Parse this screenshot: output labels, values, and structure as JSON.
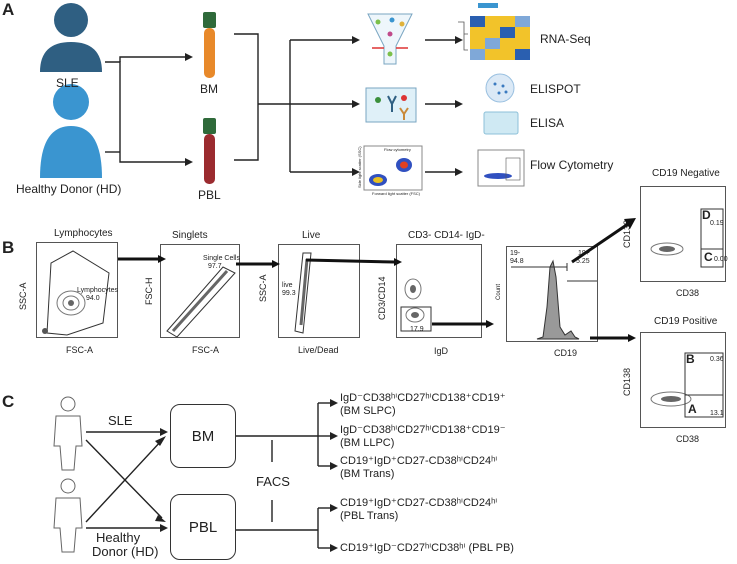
{
  "panel_a": {
    "letter": "A",
    "donors": [
      "SLE",
      "Healthy Donor (HD)"
    ],
    "samples": [
      "BM",
      "PBL"
    ],
    "methods": [
      "RNA-Seq",
      "ELISPOT",
      "ELISA",
      "Flow Cytometry"
    ],
    "flow_mini_title": "Flow cytometry",
    "flow_mini_xlabel": "Forward light scatter (FSC)",
    "flow_mini_ylabel": "Side light scatter (SSC)"
  },
  "panel_b": {
    "letter": "B",
    "plots": [
      {
        "title": "Lymphocytes",
        "xlabel": "FSC-A",
        "ylabel": "SSC-A",
        "gate": "Lymphocytes",
        "gate_value": "94.0"
      },
      {
        "title": "Singlets",
        "xlabel": "FSC-A",
        "ylabel": "FSC-H",
        "gate": "Single Cells",
        "gate_value": "97.7"
      },
      {
        "title": "Live",
        "xlabel": "Live/Dead",
        "ylabel": "SSC-A",
        "gate": "live",
        "gate_value": "99.3"
      },
      {
        "title": "CD3- CD14- IgD-",
        "xlabel": "IgD",
        "ylabel": "CD3/CD14",
        "gate": "",
        "gate_value": "17.9"
      },
      {
        "title": "",
        "xlabel": "CD19",
        "ylabel": "Count",
        "gate": "19-",
        "gate_value": "94.8",
        "gate2": "19+",
        "gate2_value": "5.25"
      }
    ],
    "cd19_negative": {
      "title": "CD19 Negative",
      "xlabel": "CD38",
      "ylabel": "CD138",
      "gate_d": "D",
      "gate_d_value": "0.19",
      "gate_c": "C",
      "gate_c_value": "0.00"
    },
    "cd19_positive": {
      "title": "CD19 Positive",
      "xlabel": "CD38",
      "ylabel": "CD138",
      "gate_b": "B",
      "gate_b_value": "0.36",
      "gate_a": "A",
      "gate_a_value": "13.1"
    }
  },
  "panel_c": {
    "letter": "C",
    "donor_sle": "SLE",
    "donor_hd_line1": "Healthy",
    "donor_hd_line2": "Donor (HD)",
    "box_bm": "BM",
    "box_pbl": "PBL",
    "facs": "FACS",
    "outputs": [
      {
        "line1": "IgD⁻CD38ʰⁱCD27ʰⁱCD138⁺CD19⁺",
        "line2": "(BM SLPC)"
      },
      {
        "line1": "IgD⁻CD38ʰⁱCD27ʰⁱCD138⁺CD19⁻",
        "line2": "(BM LLPC)"
      },
      {
        "line1": "CD19⁺IgD⁺CD27-CD38ʰⁱCD24ʰⁱ",
        "line2": "(BM Trans)"
      },
      {
        "line1": "CD19⁺IgD⁺CD27-CD38ʰⁱCD24ʰⁱ",
        "line2": "(PBL Trans)"
      },
      {
        "line1": "CD19⁺IgD⁻CD27ʰⁱCD38ʰⁱ (PBL PB)",
        "line2": ""
      }
    ]
  },
  "colors": {
    "person_dark": "#2f5f82",
    "person_light": "#3a95d0",
    "bm_tube": "#e8892a",
    "pbl_tube": "#9b2b2f",
    "tube_cap": "#2f6a3a"
  }
}
